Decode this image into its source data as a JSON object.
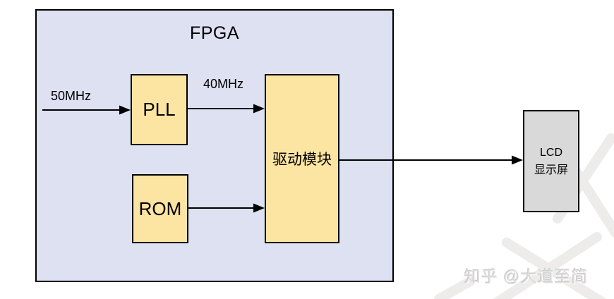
{
  "diagram": {
    "title": "FPGA",
    "nodes": {
      "pll": {
        "label": "PLL"
      },
      "rom": {
        "label": "ROM"
      },
      "driver": {
        "label": "驱动模块"
      },
      "lcd": {
        "label_line1": "LCD",
        "label_line2": "显示屏"
      }
    },
    "edges": {
      "input_clock": {
        "label": "50MHz",
        "from": "external",
        "to": "pll"
      },
      "pll_to_driver": {
        "label": "40MHz",
        "from": "pll",
        "to": "driver"
      },
      "rom_to_driver": {
        "label": "",
        "from": "rom",
        "to": "driver"
      },
      "driver_to_lcd": {
        "label": "",
        "from": "driver",
        "to": "lcd"
      }
    }
  },
  "colors": {
    "fpga_fill": "#dde1f2",
    "module_fill": "#fce4a2",
    "lcd_fill": "#d9d9d9",
    "border_color": "#000000",
    "arrow_color": "#000000",
    "watermark_color": "#dedede"
  },
  "watermark": {
    "text": "知乎 @大道至简"
  }
}
